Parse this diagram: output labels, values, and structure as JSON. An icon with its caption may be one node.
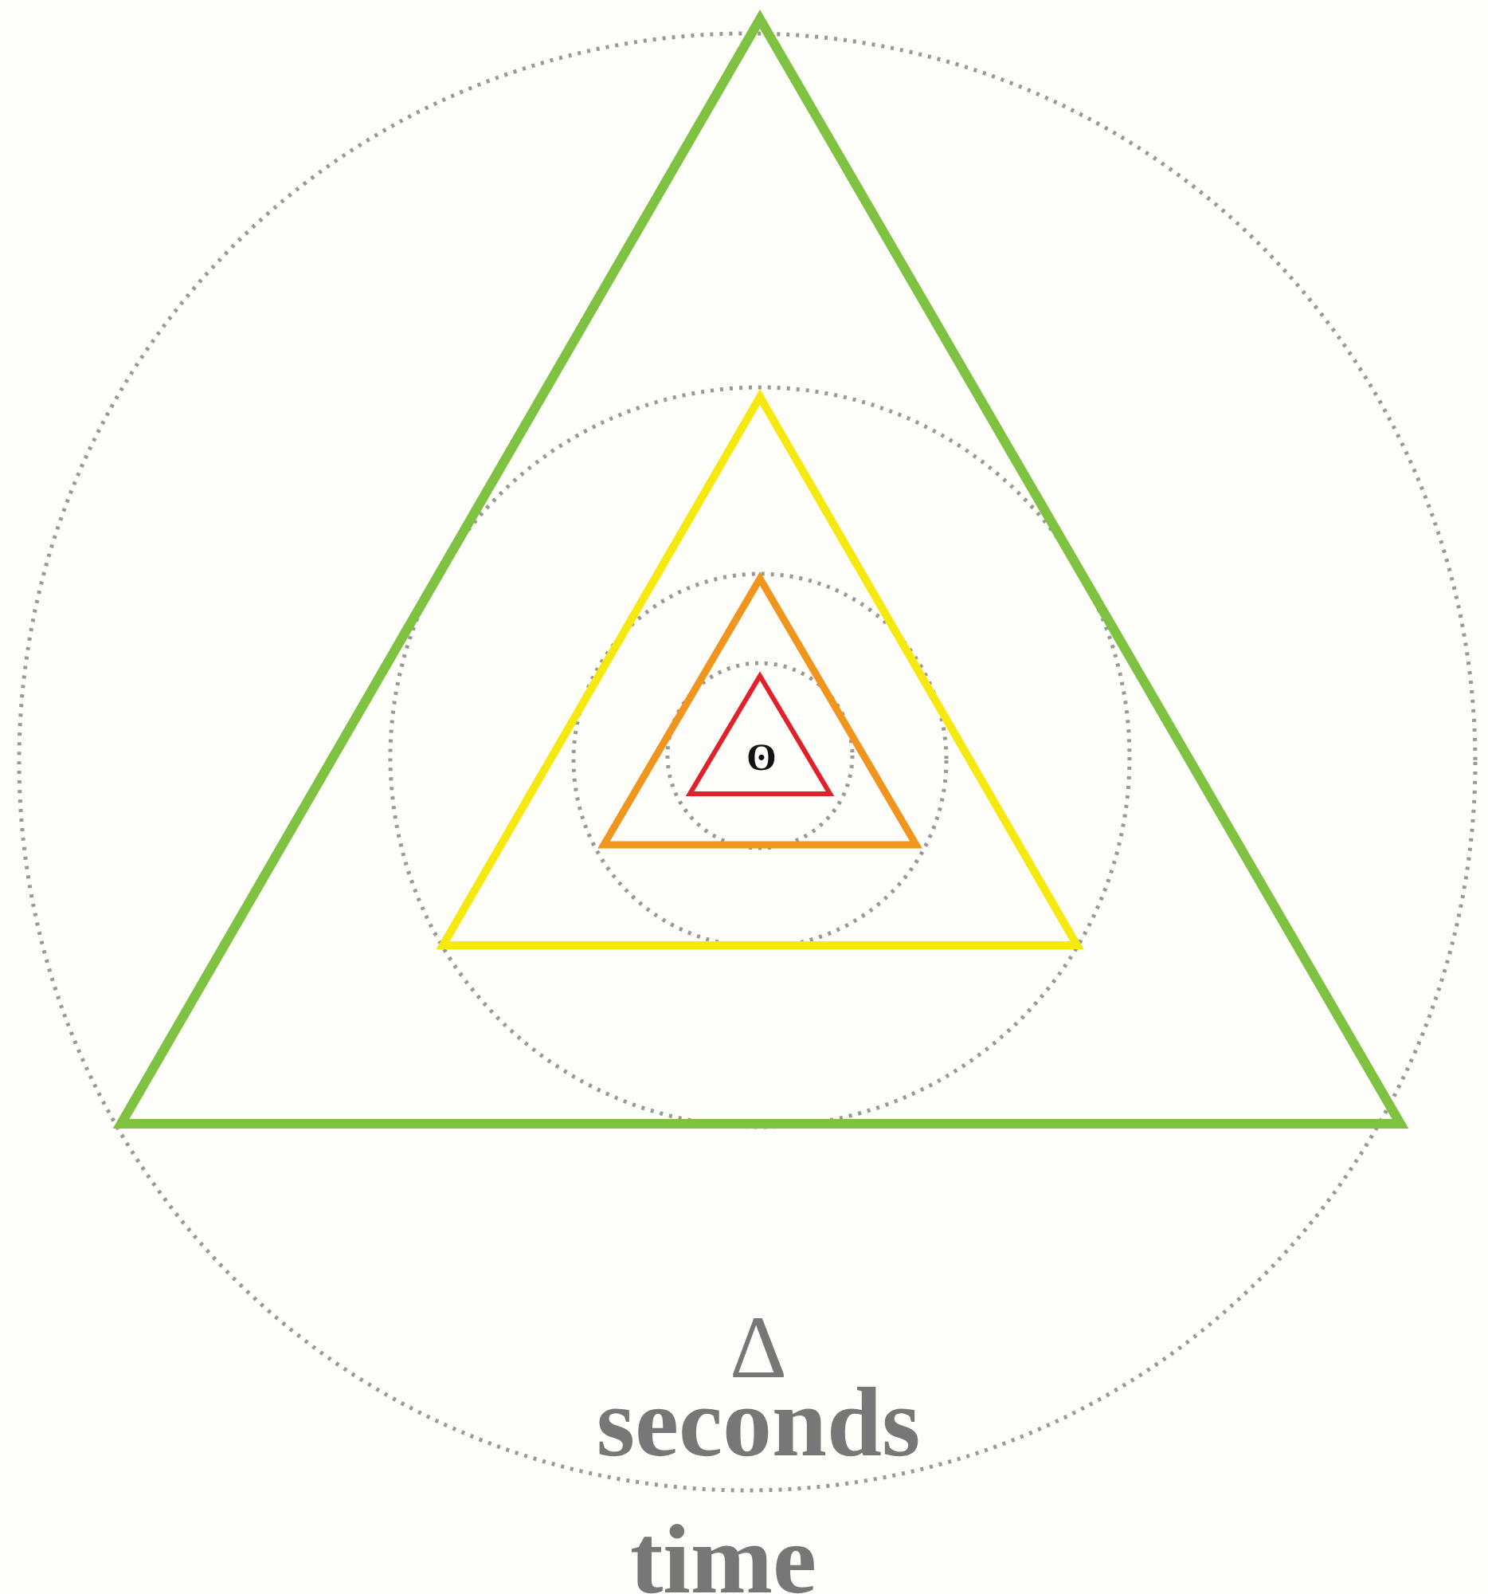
{
  "diagram": {
    "labels": [
      "ʘ",
      "Δ",
      "seconds",
      "time"
    ]
  }
}
